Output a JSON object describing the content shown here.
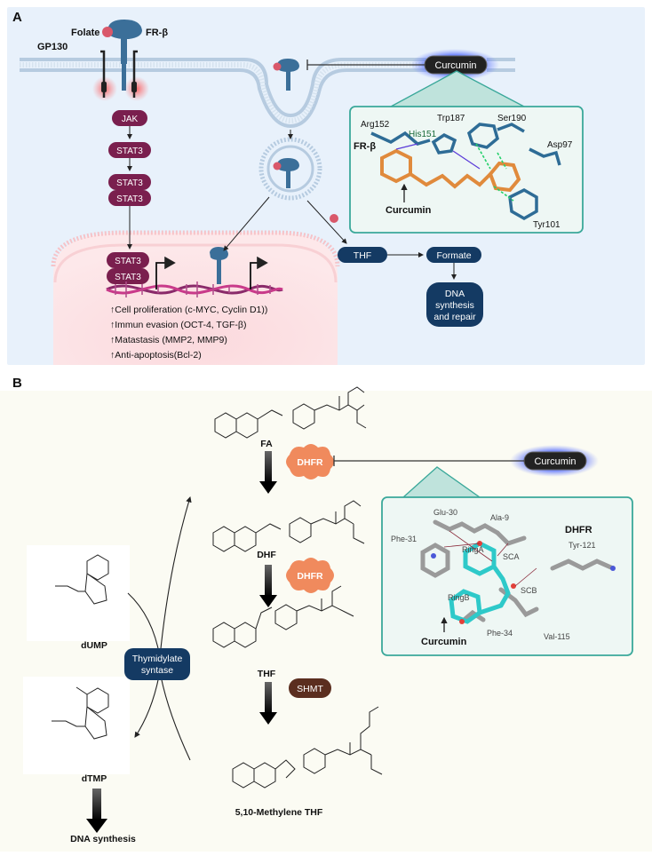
{
  "panel_a": {
    "letter": "A",
    "folate": "Folate",
    "fr_beta": "FR-β",
    "gp130": "GP130",
    "jak": "JAK",
    "stat3": "STAT3",
    "curcumin": "Curcumin",
    "thf": "THF",
    "formate": "Formate",
    "dna_synthesis": [
      "DNA",
      "synthesis",
      "and repair"
    ],
    "outcomes": [
      "↑Cell proliferation (c-MYC, Cyclin D1))",
      "↑Immun evasion (OCT-4, TGF-β)",
      "↑Matastasis (MMP2, MMP9)",
      "↑Anti-apoptosis(Bcl-2)"
    ],
    "docking": {
      "residues": [
        "Arg152",
        "His151",
        "Trp187",
        "Ser190",
        "Asp97",
        "Tyr101"
      ],
      "protein": "FR-β",
      "ligand": "Curcumin"
    }
  },
  "panel_b": {
    "letter": "B",
    "dhfr": "DHFR",
    "shmt": "SHMT",
    "curcumin": "Curcumin",
    "thymidylate_synthase": [
      "Thymidylate",
      "syntase"
    ],
    "molecules": {
      "fa": "FA",
      "dhf": "DHF",
      "thf": "THF",
      "methylene_thf": "5,10-Methylene THF",
      "dump": "dUMP",
      "dtmp": "dTMP"
    },
    "dna_synthesis": "DNA synthesis",
    "docking": {
      "residues": [
        "Glu-30",
        "Ala-9",
        "Phe-31",
        "Tyr-121",
        "Phe-34",
        "Val-115"
      ],
      "ring_labels": [
        "RingA",
        "SCA",
        "SCB",
        "RingB"
      ],
      "protein": "DHFR",
      "ligand": "Curcumin"
    }
  },
  "colors": {
    "panel_a_bg": "#e8f1fb",
    "panel_b_bg": "#fbfbf3",
    "stat_purple": "#7a1f4e",
    "navy": "#143a63",
    "receptor_blue": "#3b6f99",
    "teal_border": "#3aa89a",
    "dhfr_orange": "#f08a5d",
    "shmt_brown": "#5b2e1f"
  }
}
